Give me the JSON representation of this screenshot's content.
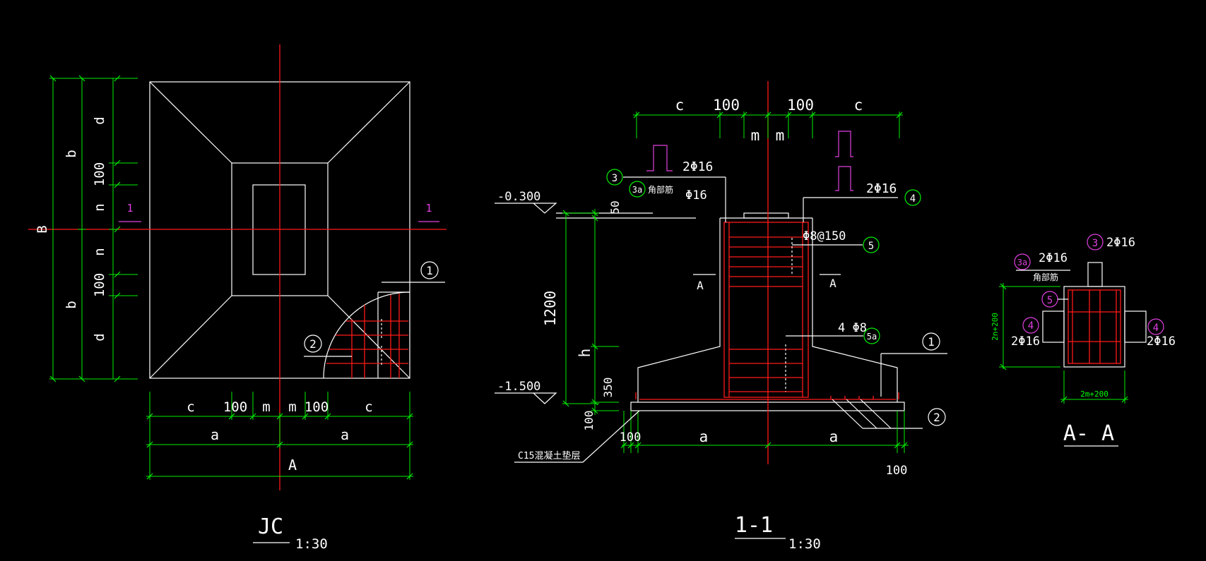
{
  "colors": {
    "background": "#000000",
    "outline": "#ffffff",
    "dimension": "#00ee00",
    "rebar_axis": "#ff1a1a",
    "section_mark": "#e040e0"
  },
  "plan": {
    "dims_left": {
      "B": "B",
      "b_top": "b",
      "b_bottom": "b",
      "d_top": "d",
      "d_bottom": "d",
      "v100_top": "100",
      "v100_bottom": "100",
      "n_top": "n",
      "n_bottom": "n"
    },
    "dims_bottom": {
      "c_left": "c",
      "c_right": "c",
      "h100_left": "100",
      "h100_right": "100",
      "m_left": "m",
      "m_right": "m",
      "a_left": "a",
      "a_right": "a",
      "A": "A"
    },
    "cut_left": "1",
    "cut_right": "1",
    "bubble_1": "1",
    "bubble_2": "2",
    "title": "JC",
    "scale": "1:30"
  },
  "section": {
    "top_dims": {
      "c_left": "c",
      "d100_left": "100",
      "d100_right": "100",
      "c_right": "c",
      "m_left": "m",
      "m_right": "m"
    },
    "elev_top": "-0.300",
    "elev_bottom": "-1.500",
    "v50": "50",
    "v1200": "1200",
    "h": "h",
    "v350": "350",
    "v100": "100",
    "rebar_top": "2Φ16",
    "rebar_corner_dia": "Φ16",
    "corner_label": "角部筋",
    "rebar_right": "2Φ16",
    "stirrup": "Φ8@150",
    "rebar_4phi8": "4 Φ8",
    "bubble_3": "3",
    "bubble_3a": "3a",
    "bubble_4": "4",
    "bubble_5": "5",
    "bubble_5a": "5a",
    "bubble_1": "1",
    "bubble_2": "2",
    "cut_A_left": "A",
    "cut_A_right": "A",
    "bottom_dims": {
      "d100_left": "100",
      "a_left": "a",
      "a_right": "a",
      "d100_right": "100"
    },
    "concrete": "C15混凝土垫层",
    "title": "1-1",
    "scale": "1:30"
  },
  "aa": {
    "rebar_3": "2Φ16",
    "rebar_3a": "2Φ16",
    "corner_label": "角部筋",
    "rebar_4_left": "2Φ16",
    "rebar_4_right": "2Φ16",
    "dim_vertical": "2n+200",
    "dim_horizontal": "2m+200",
    "bubble_3": "3",
    "bubble_3a": "3a",
    "bubble_5": "5",
    "bubble_4_left": "4",
    "bubble_4_right": "4",
    "title": "A- A"
  }
}
